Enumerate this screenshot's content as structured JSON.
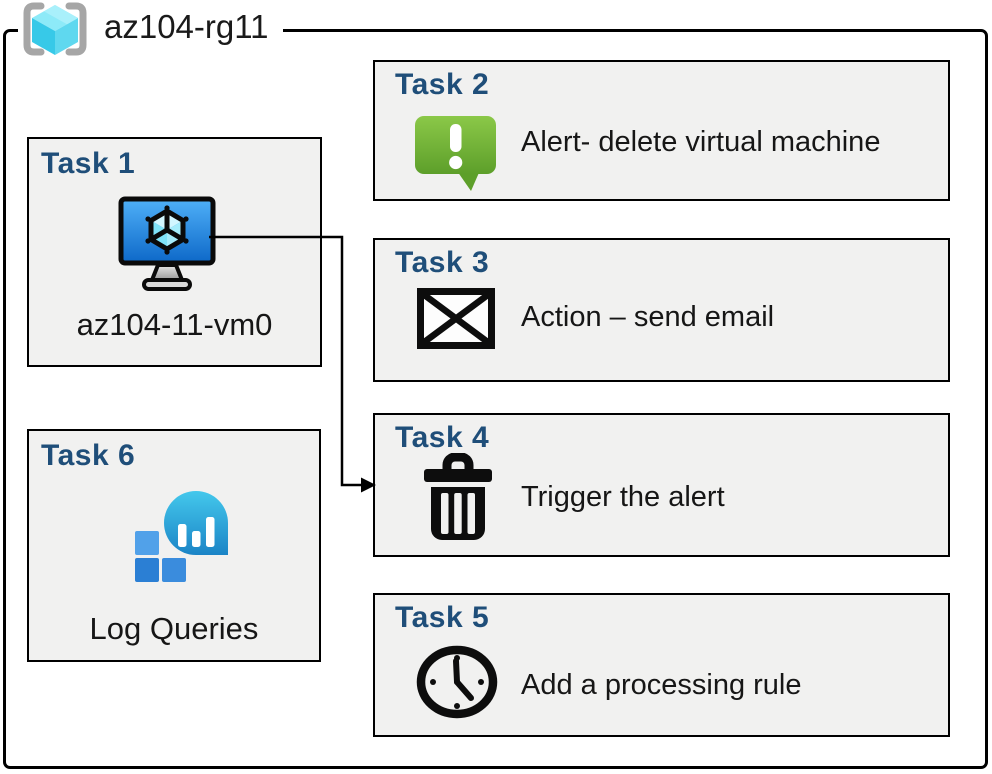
{
  "resource_group": {
    "name": "az104-rg11",
    "icon": "resource-group-icon"
  },
  "tasks": [
    {
      "header": "Task 1",
      "label": "az104-11-vm0",
      "icon": "virtual-machine-icon"
    },
    {
      "header": "Task 2",
      "label": "Alert- delete virtual machine",
      "icon": "alert-message-icon"
    },
    {
      "header": "Task 3",
      "label": "Action – send email",
      "icon": "email-envelope-icon"
    },
    {
      "header": "Task 4",
      "label": "Trigger the alert",
      "icon": "trash-icon"
    },
    {
      "header": "Task 5",
      "label": "Add a processing rule",
      "icon": "clock-icon"
    },
    {
      "header": "Task 6",
      "label": "Log Queries",
      "icon": "log-queries-icon"
    }
  ],
  "connector": {
    "from": "Task 1",
    "to": "Task 4"
  },
  "colors": {
    "task_header_blue": "#1f4e79",
    "card_fill": "#f1f1f0",
    "border_black": "#000000",
    "alert_green_top": "#8bc848",
    "alert_green_bottom": "#5d9f2a",
    "vm_screen_blue_top": "#4fb0f8",
    "vm_screen_blue_bottom": "#0d68c8",
    "cube_cyan": "#8deaf8",
    "bracket_gray": "#a6a6a6",
    "log_bubble_top": "#44c8ec",
    "log_bubble_bottom": "#1b84c6",
    "log_square_light": "#51a1e9",
    "log_square_dark": "#2b7fd4",
    "log_square_mid": "#3a8cdd"
  }
}
